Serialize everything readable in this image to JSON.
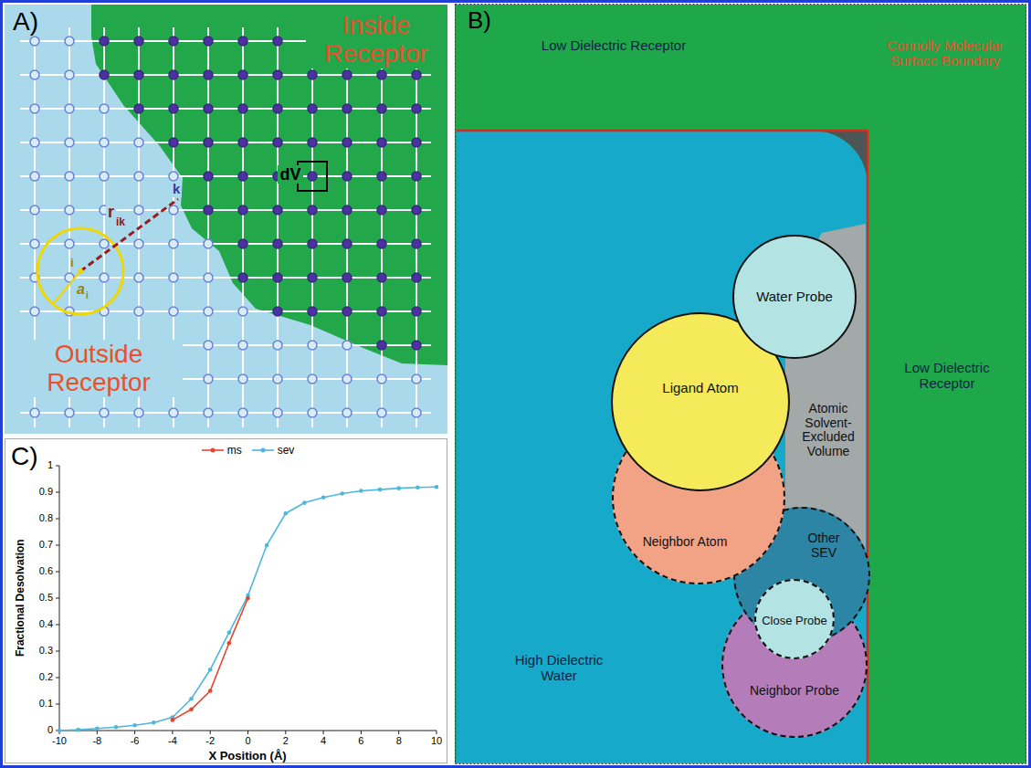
{
  "diagram": {
    "nodes": [
      {
        "text": [
          "Water Probe"
        ]
      },
      {
        "text": [
          "Ligand Atom"
        ]
      },
      {
        "text": [
          "Neighbor Atom"
        ]
      },
      {
        "text": [
          "Other SEV"
        ]
      },
      {
        "text": [
          "Close Probe"
        ]
      },
      {
        "text": [
          "Neighbor Probe"
        ]
      }
    ],
    "labels": [
      "A)",
      "Inside Receptor",
      "Outside Receptor",
      "dV",
      "r",
      "ik",
      "i",
      "k",
      "a",
      "i",
      "B)",
      "Low Dielectric Receptor",
      "Connolly Molecular Surface Boundary",
      "Low Dielectric Receptor",
      "Atomic Solvent-Excluded Volume",
      "High Dielectric Water",
      "C)",
      "Fractional Desolvation",
      "X Position (Å)",
      "0",
      "0.1",
      "0.2",
      "0.3",
      "0.4",
      "0.5",
      "0.6",
      "0.7",
      "0.8",
      "0.9",
      "1",
      "-10",
      "-8",
      "-6",
      "-4",
      "-2",
      "0",
      "2",
      "4",
      "6",
      "8",
      "10"
    ],
    "legend": [
      {
        "text": "ms",
        "color": "#e8452f"
      },
      {
        "text": "sev",
        "color": "#4fb6dc"
      }
    ]
  }
}
